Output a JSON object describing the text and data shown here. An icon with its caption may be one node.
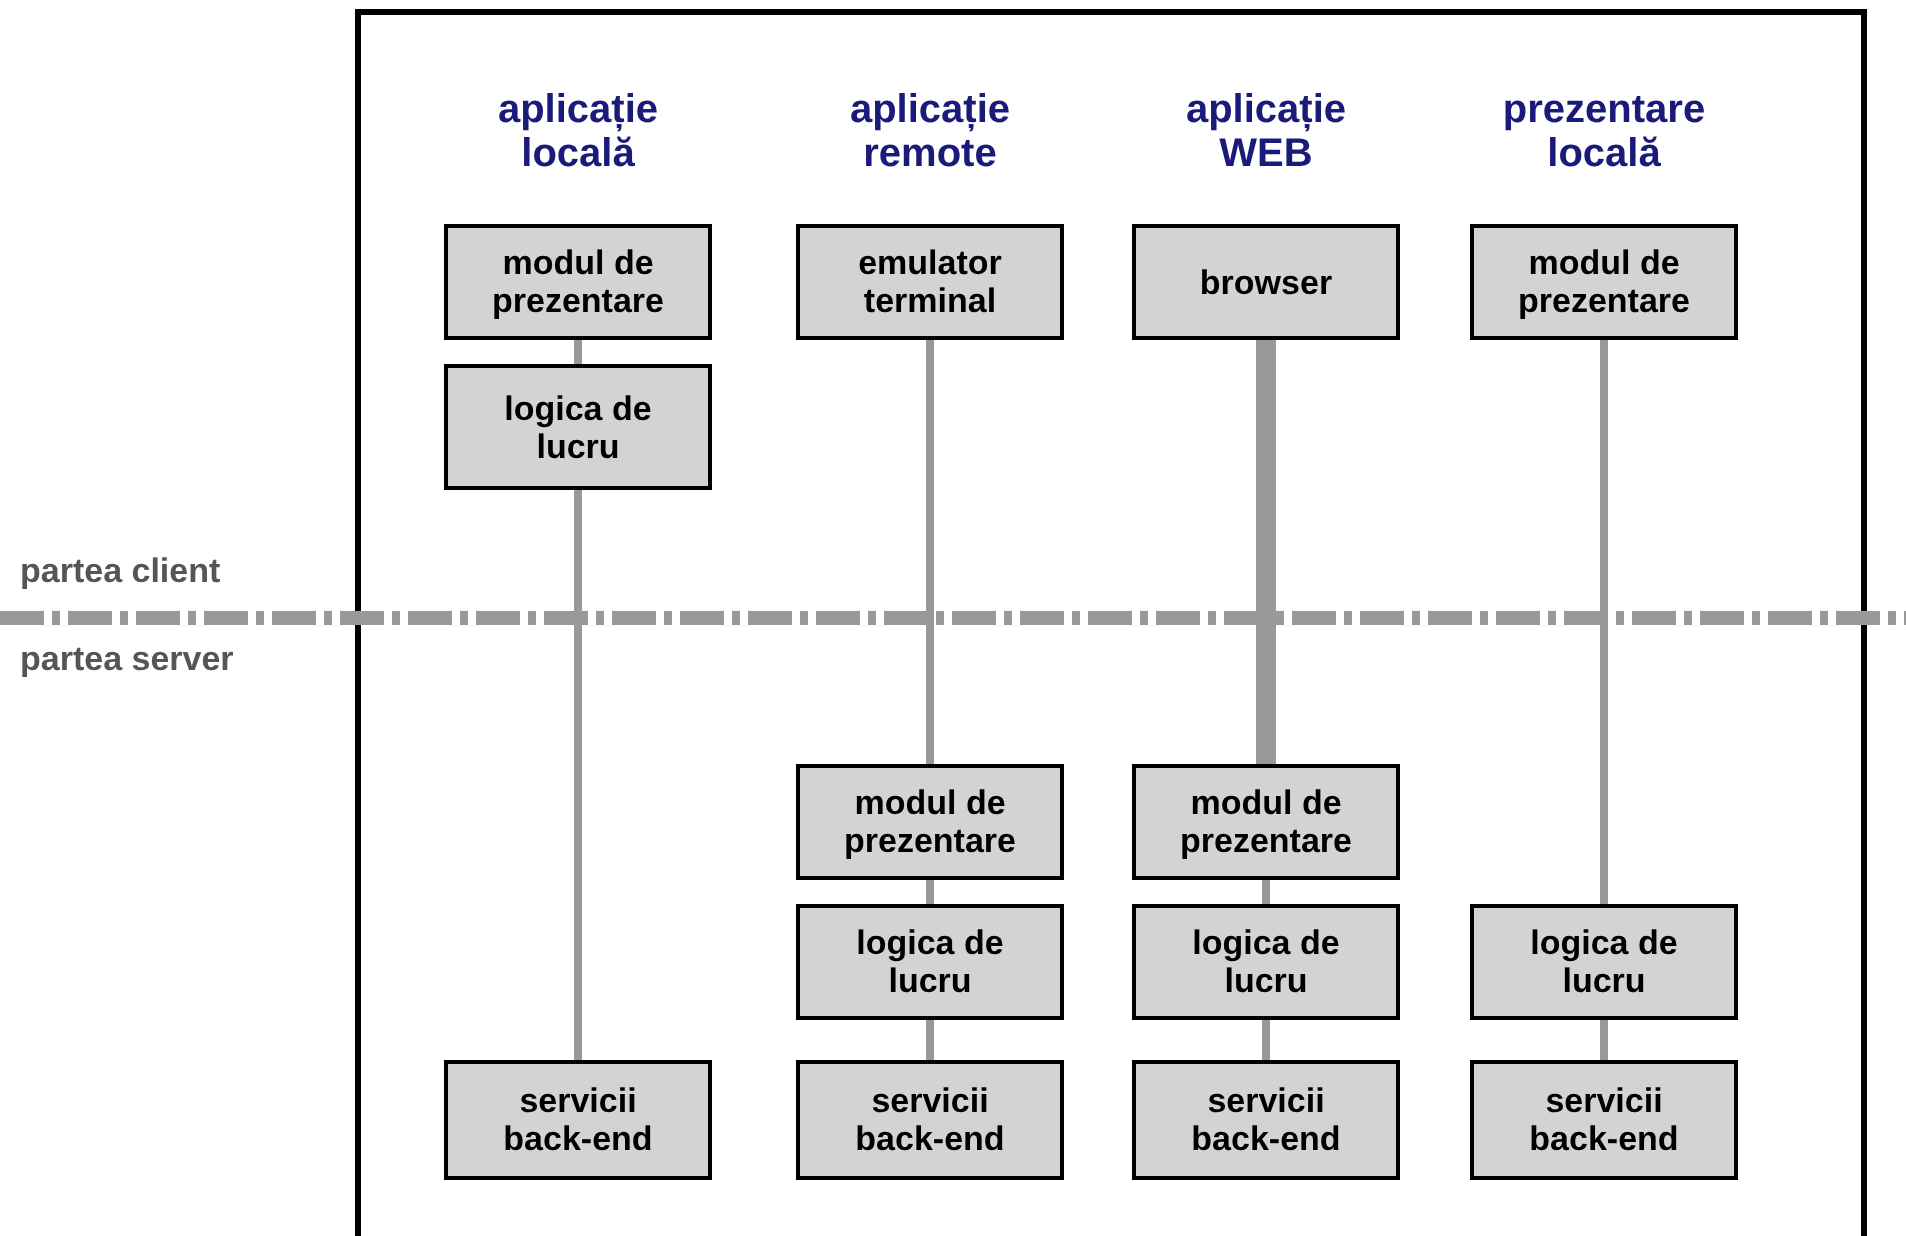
{
  "diagram": {
    "nodes": [
      {
        "text": [
          "modul de prezentare"
        ]
      },
      {
        "text": [
          "logica de lucru"
        ]
      },
      {
        "text": [
          "servicii back-end"
        ]
      },
      {
        "text": [
          "emulator terminal"
        ]
      },
      {
        "text": [
          "modul de prezentare"
        ]
      },
      {
        "text": [
          "logica de lucru"
        ]
      },
      {
        "text": [
          "servicii back-end"
        ]
      },
      {
        "text": [
          "browser"
        ]
      },
      {
        "text": [
          "modul de prezentare"
        ]
      },
      {
        "text": [
          "logica de lucru"
        ]
      },
      {
        "text": [
          "servicii back-end"
        ]
      },
      {
        "text": [
          "modul de prezentare"
        ]
      },
      {
        "text": [
          "logica de lucru"
        ]
      },
      {
        "text": [
          "servicii back-end"
        ]
      }
    ],
    "edges": [
      {
        "from": 0,
        "to": 1,
        "arrow": "none"
      },
      {
        "from": 1,
        "to": 2,
        "arrow": "none"
      },
      {
        "from": 3,
        "to": 4,
        "arrow": "none"
      },
      {
        "from": 4,
        "to": 5,
        "arrow": "none"
      },
      {
        "from": 5,
        "to": 6,
        "arrow": "none"
      },
      {
        "from": 7,
        "to": 8,
        "arrow": "none",
        "style": "thick"
      },
      {
        "from": 8,
        "to": 9,
        "arrow": "none"
      },
      {
        "from": 9,
        "to": 10,
        "arrow": "none"
      },
      {
        "from": 11,
        "to": 12,
        "arrow": "none"
      },
      {
        "from": 12,
        "to": 13,
        "arrow": "none"
      }
    ],
    "labels": [
      "aplicație locală",
      "aplicație remote",
      "aplicație WEB",
      "prezentare locală",
      "partea client",
      "partea server"
    ]
  }
}
